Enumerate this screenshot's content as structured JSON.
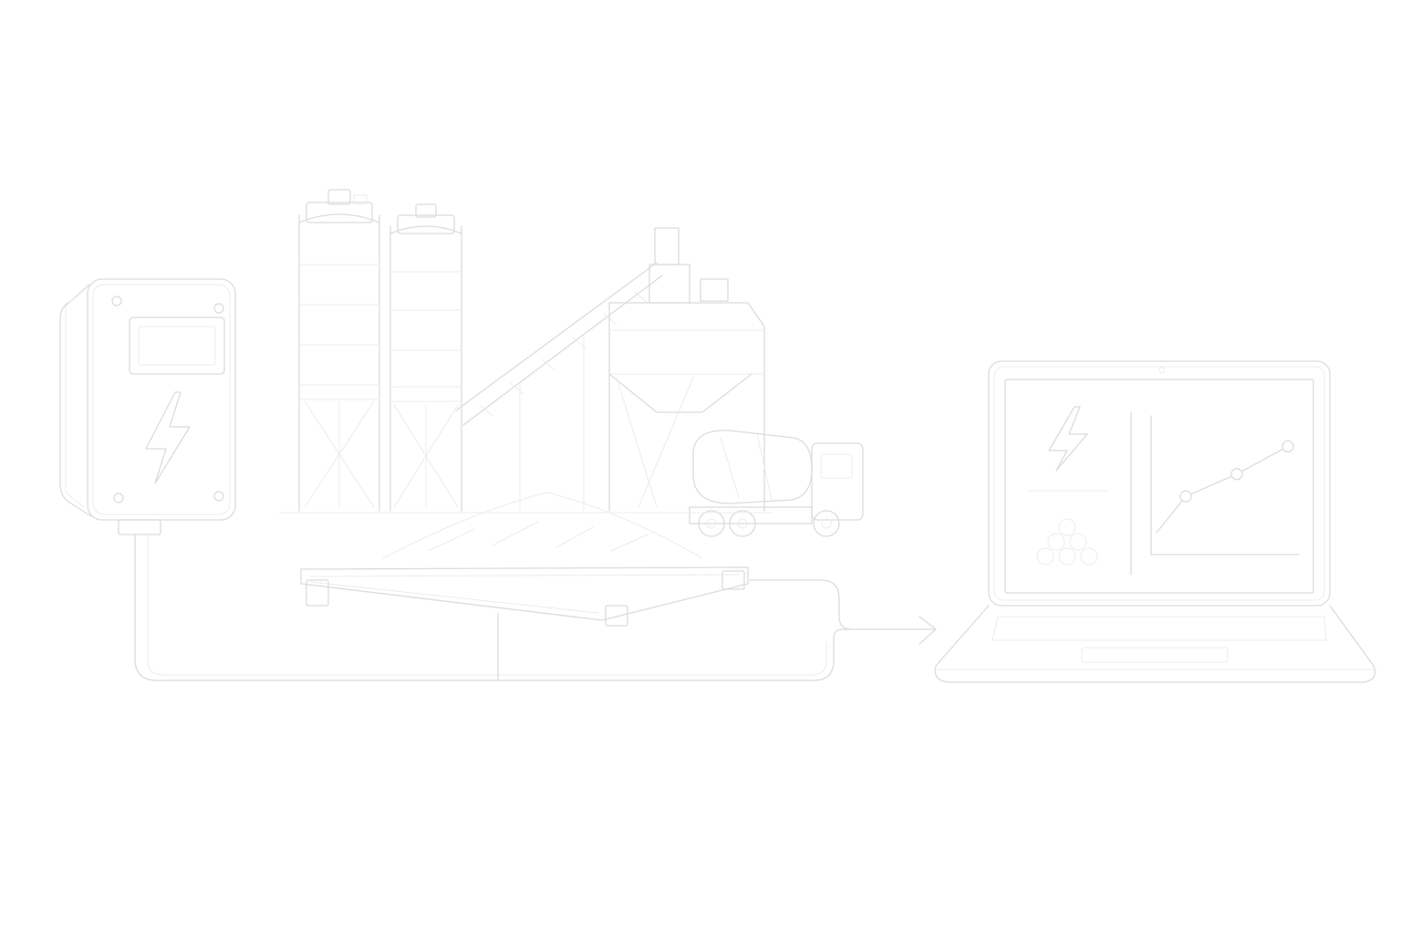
{
  "colors": {
    "background": "#ffffff",
    "line": "#dcdcdc",
    "line_faint": "#ececec"
  },
  "icons": {
    "power_box": "electrical-enclosure-icon",
    "plant": "concrete-batching-plant-icon",
    "truck": "concrete-mixer-truck-icon",
    "scale": "weighbridge-platform-icon",
    "laptop": "laptop-dashboard-icon",
    "flow_arrow": "arrow-right-icon"
  },
  "dashboard": {
    "chart_points": [
      0.42,
      0.58,
      0.78
    ],
    "chart_type": "line"
  }
}
